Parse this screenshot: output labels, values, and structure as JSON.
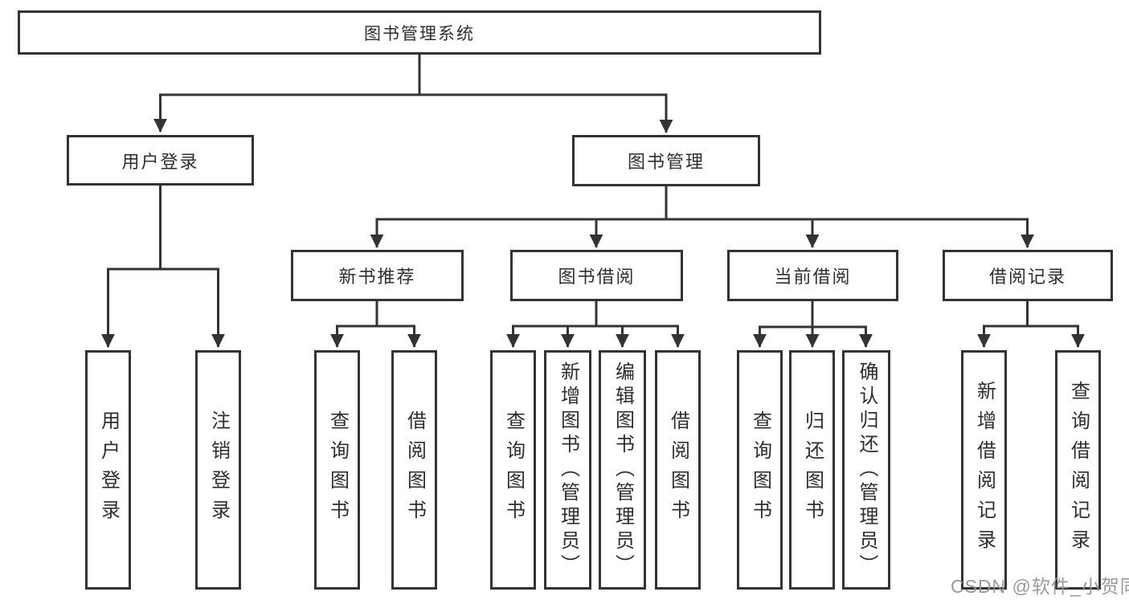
{
  "diagram": {
    "root": {
      "label": "图书管理系统",
      "children": [
        {
          "label": "用户登录",
          "children": [
            {
              "label": "用户登录"
            },
            {
              "label": "注销登录"
            }
          ]
        },
        {
          "label": "图书管理",
          "children": [
            {
              "label": "新书推荐",
              "children": [
                {
                  "label": "查询图书"
                },
                {
                  "label": "借阅图书"
                }
              ]
            },
            {
              "label": "图书借阅",
              "children": [
                {
                  "label": "查询图书"
                },
                {
                  "label": "新增图书（管理员）"
                },
                {
                  "label": "编辑图书（管理员）"
                },
                {
                  "label": "借阅图书"
                }
              ]
            },
            {
              "label": "当前借阅",
              "children": [
                {
                  "label": "查询图书"
                },
                {
                  "label": "归还图书"
                },
                {
                  "label": "确认归还（管理员）"
                }
              ]
            },
            {
              "label": "借阅记录",
              "children": [
                {
                  "label": "新增借阅记录"
                },
                {
                  "label": "查询借阅记录"
                }
              ]
            }
          ]
        }
      ]
    },
    "colors": {
      "line": "#333333",
      "text": "#2e2e2e",
      "box_background": "#ffffff",
      "watermark": "#949494"
    }
  },
  "watermark": "CSDN @软件_小贺同学"
}
